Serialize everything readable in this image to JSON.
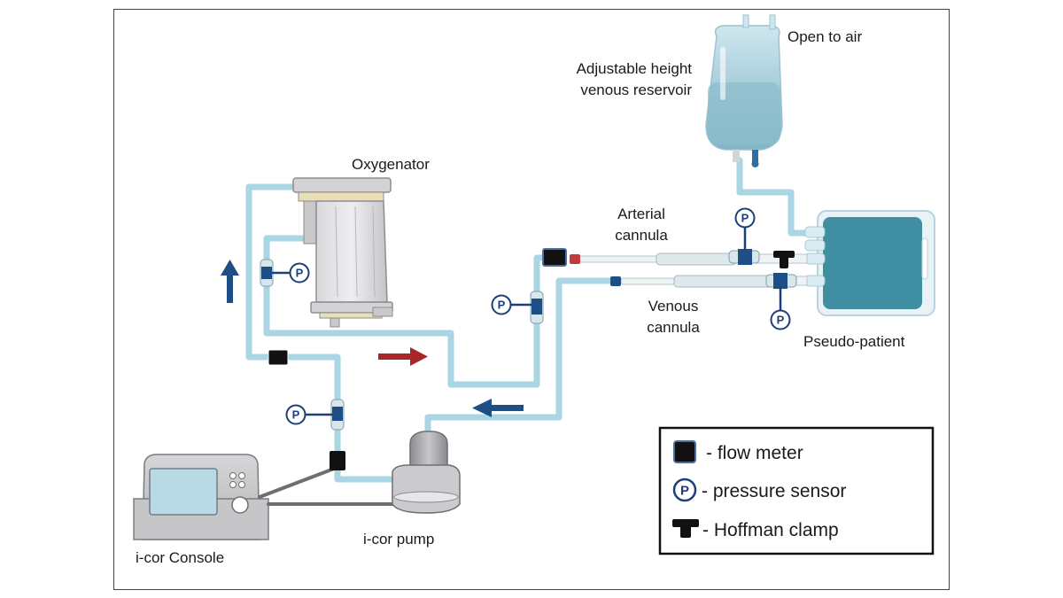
{
  "labels": {
    "open_to_air": "Open to air",
    "reservoir_line1": "Adjustable height",
    "reservoir_line2": "venous reservoir",
    "oxygenator": "Oxygenator",
    "arterial_line1": "Arterial",
    "arterial_line2": "cannula",
    "venous_line1": "Venous",
    "venous_line2": "cannula",
    "pseudo_patient": "Pseudo-patient",
    "icor_pump": "i-cor pump",
    "icor_console": "i-cor Console"
  },
  "sensor_letter": "P",
  "legend": {
    "items": [
      {
        "icon": "flow-meter-icon",
        "text": "- flow meter"
      },
      {
        "icon": "pressure-sensor-icon",
        "text": "- pressure sensor"
      },
      {
        "icon": "hoffman-clamp-icon",
        "text": "- Hoffman clamp"
      }
    ]
  },
  "colors": {
    "tubing": "#a9d6e2",
    "flow_blue": "#1d4f86",
    "flow_red": "#a8262a",
    "sensor": "#1d3f7a",
    "fluid": "#3f8ea2"
  },
  "icons": [
    "flow-arrow-up-icon",
    "flow-arrow-right-icon",
    "flow-arrow-left-icon"
  ]
}
